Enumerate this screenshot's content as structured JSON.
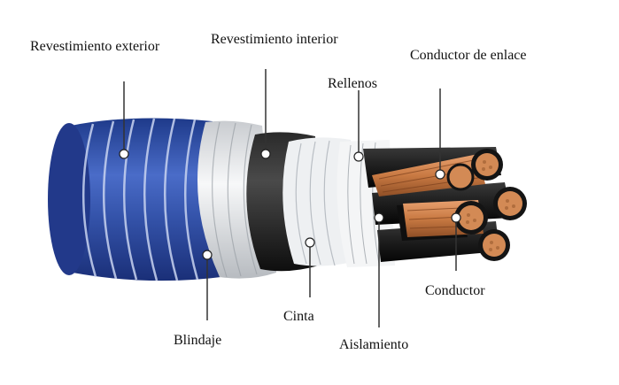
{
  "labels": {
    "outer_sheath": "Revestimiento exterior",
    "inner_sheath": "Revestimiento interior",
    "fillers": "Rellenos",
    "bonding_conductor": "Conductor de enlace",
    "conductor": "Conductor",
    "insulation": "Aislamiento",
    "tape": "Cinta",
    "shield": "Blindaje"
  },
  "colors": {
    "outer_sheath": "#2f4fa8",
    "shield": "#e6e8ea",
    "inner_sheath": "#1a1a1a",
    "copper": "#c97a43",
    "insulation": "#141414"
  }
}
